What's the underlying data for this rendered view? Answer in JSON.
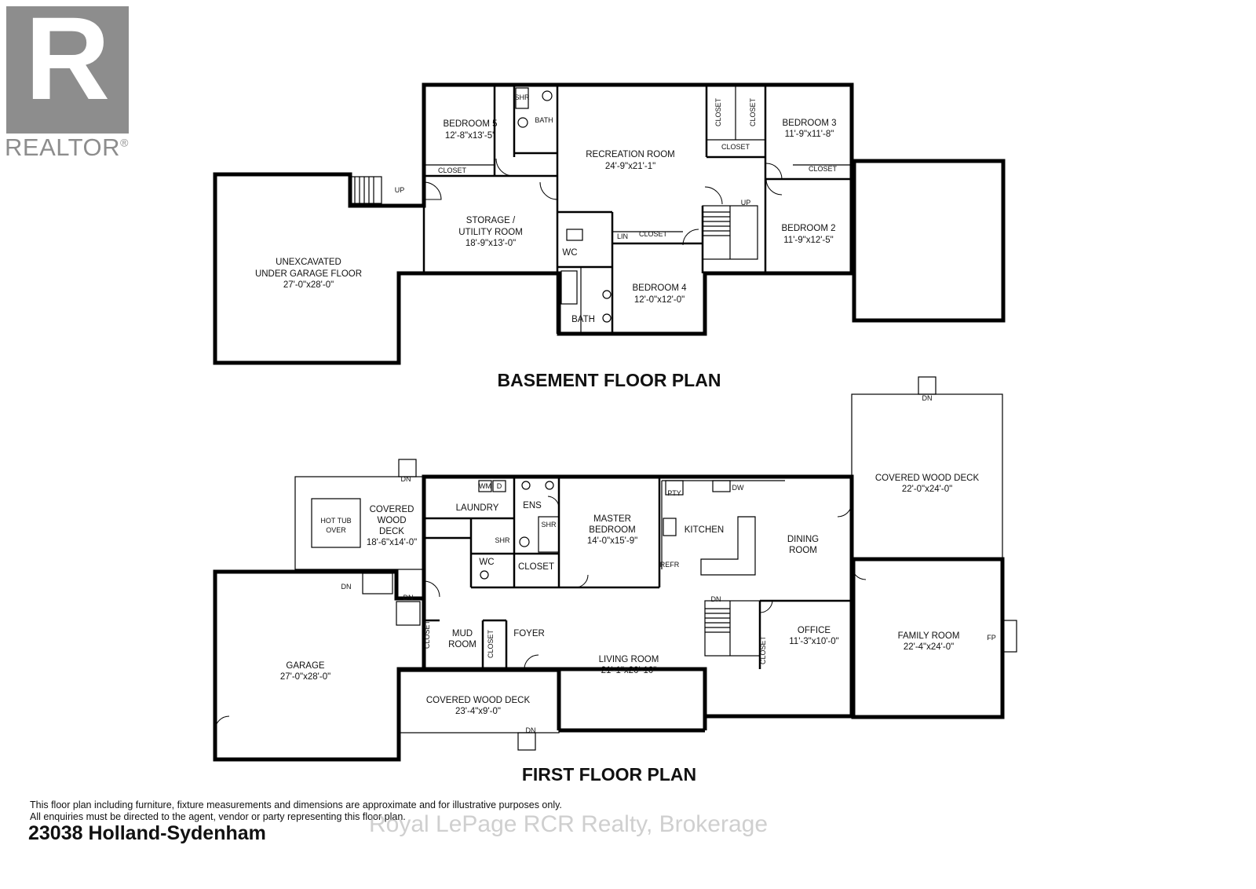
{
  "branding": {
    "logo_letter": "R",
    "logo_text": "REALTOR",
    "mark": "®"
  },
  "titles": {
    "basement": "BASEMENT FLOOR PLAN",
    "first": "FIRST FLOOR PLAN"
  },
  "basement": {
    "bedroom5": {
      "name": "BEDROOM 5",
      "dim": "12'-8\"x13'-5\""
    },
    "bath_upper": {
      "name": "BATH",
      "shr": "SHR"
    },
    "recreation": {
      "name": "RECREATION ROOM",
      "dim": "24'-9\"x21'-1\""
    },
    "bedroom3": {
      "name": "BEDROOM 3",
      "dim": "11'-9\"x11'-8\""
    },
    "bedroom2": {
      "name": "BEDROOM 2",
      "dim": "11'-9\"x12'-5\""
    },
    "storage": {
      "line1": "STORAGE /",
      "line2": "UTILITY ROOM",
      "dim": "18'-9\"x13'-0\""
    },
    "unexcavated": {
      "line1": "UNEXCAVATED",
      "line2": "UNDER GARAGE FLOOR",
      "dim": "27'-0\"x28'-0\""
    },
    "bedroom4": {
      "name": "BEDROOM 4",
      "dim": "12'-0\"x12'-0\""
    },
    "bath_lower": "BATH",
    "wc": "WC",
    "lin": "LIN",
    "closet": "CLOSET",
    "up": "UP"
  },
  "first": {
    "deck_left": {
      "line1": "COVERED",
      "line2": "WOOD",
      "line3": "DECK",
      "dim": "18'-6\"x14'-0\""
    },
    "hot_tub": {
      "line1": "HOT TUB",
      "line2": "OVER"
    },
    "laundry": "LAUNDRY",
    "wm": "WM",
    "d": "D",
    "ens": "ENS",
    "shr": "SHR",
    "wc": "WC",
    "closet": "CLOSET",
    "master": {
      "line1": "MASTER",
      "line2": "BEDROOM",
      "dim": "14'-0\"x15'-9\""
    },
    "pty": "PTY",
    "dw": "DW",
    "refr": "REFR",
    "kitchen": "KITCHEN",
    "dining": {
      "line1": "DINING",
      "line2": "ROOM"
    },
    "deck_right": {
      "name": "COVERED WOOD DECK",
      "dim": "22'-0\"x24'-0\""
    },
    "garage": {
      "name": "GARAGE",
      "dim": "27'-0\"x28'-0\""
    },
    "mud": {
      "line1": "MUD",
      "line2": "ROOM"
    },
    "foyer": "FOYER",
    "living": {
      "name": "LIVING ROOM",
      "dim": "21'-1\"x20'-10\""
    },
    "office": {
      "name": "OFFICE",
      "dim": "11'-3\"x10'-0\""
    },
    "family": {
      "name": "FAMILY ROOM",
      "dim": "22'-4\"x24'-0\""
    },
    "fp": "FP",
    "deck_front": {
      "name": "COVERED WOOD DECK",
      "dim": "23'-4\"x9'-0\""
    },
    "dn": "DN"
  },
  "footer": {
    "disclaimer1": "This floor plan including furniture, fixture measurements and dimensions are approximate and for illustrative purposes only.",
    "disclaimer2": "All enquiries must be directed to the agent, vendor or party representing this floor plan.",
    "address": "23038 Holland-Sydenham",
    "watermark": "Royal LePage RCR Realty, Brokerage"
  }
}
